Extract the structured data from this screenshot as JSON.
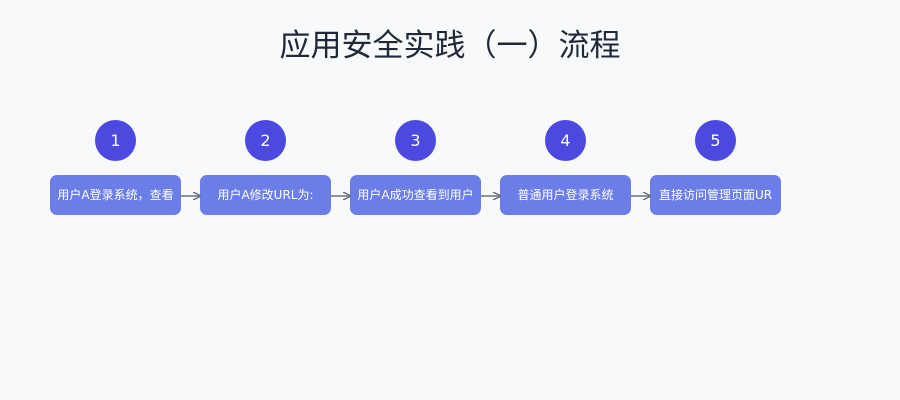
{
  "title": "应用安全实践（一）流程",
  "steps": [
    {
      "number": "1",
      "label": "用户A登录系统，查看"
    },
    {
      "number": "2",
      "label": "用户A修改URL为:"
    },
    {
      "number": "3",
      "label": "用户A成功查看到用户"
    },
    {
      "number": "4",
      "label": "普通用户登录系统"
    },
    {
      "number": "5",
      "label": "直接访问管理页面UR"
    }
  ],
  "colors": {
    "badge": "#4b49e0",
    "step_box": "#6b7ee8",
    "arrow": "#6b7280",
    "title": "#1f2937",
    "background": "#f8f9fb"
  }
}
